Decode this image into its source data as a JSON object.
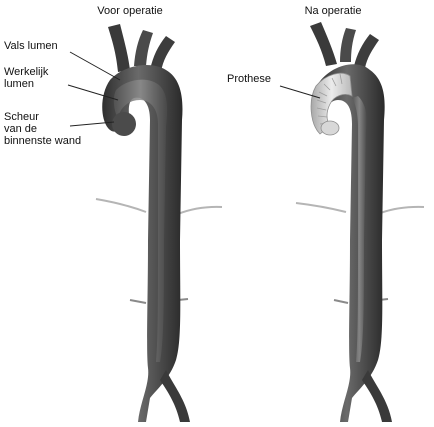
{
  "panels": {
    "before": {
      "title": "Voor operatie",
      "labels": {
        "false_lumen": "Vals lumen",
        "true_lumen": "Werkelijk\nlumen",
        "tear": "Scheur\nvan de\nbinnenste wand"
      }
    },
    "after": {
      "title": "Na operatie",
      "labels": {
        "graft": "Prothese"
      }
    }
  },
  "colors": {
    "vessel_dark": "#3c3c3c",
    "vessel_mid": "#6b6b6b",
    "vessel_light": "#9a9a9a",
    "graft": "#d6d6d6",
    "branch_line": "#b5b5b5",
    "leader_line": "#222222"
  }
}
